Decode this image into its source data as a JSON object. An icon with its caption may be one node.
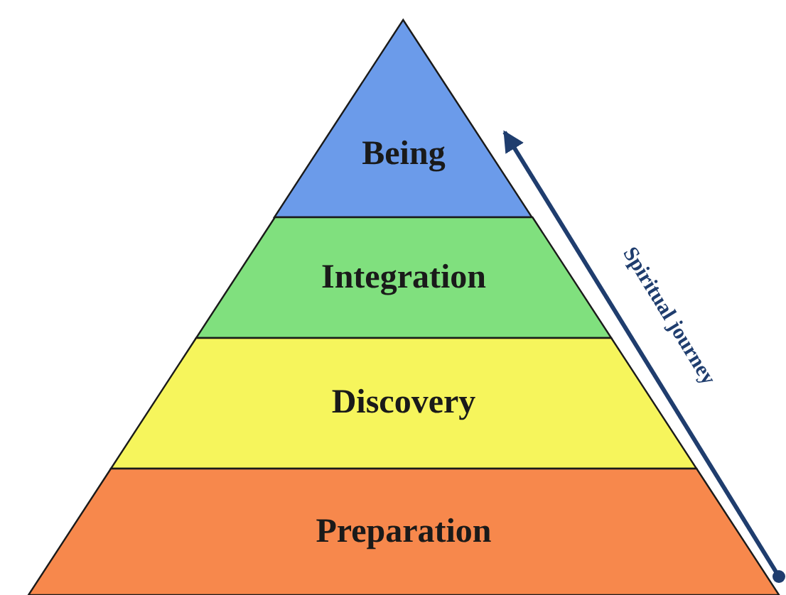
{
  "diagram": {
    "nodes": [
      {
        "text": [
          "Being"
        ]
      },
      {
        "text": [
          "Integration"
        ]
      },
      {
        "text": [
          "Discovery"
        ]
      },
      {
        "text": [
          "Preparation"
        ]
      }
    ],
    "edges": [
      {
        "from": 3,
        "to": 0,
        "arrow": "to",
        "label": "Spiritual journey"
      }
    ]
  }
}
